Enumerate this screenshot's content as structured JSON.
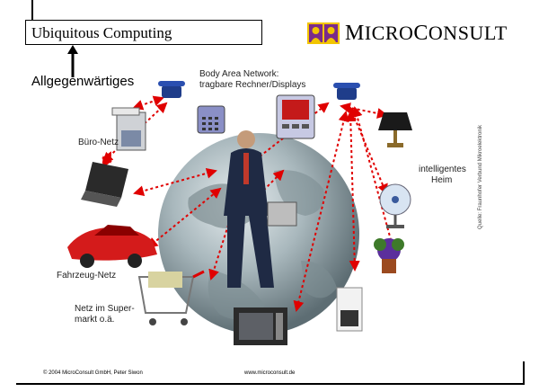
{
  "header": {
    "title": "Ubiquitous Computing",
    "logo": {
      "micro": "ICRO",
      "consult": "ONSULT",
      "m": "M",
      "c": "C"
    }
  },
  "callout": {
    "label": "Allgegenwärtiges"
  },
  "figure": {
    "labels": {
      "body_area_network_line1": "Body Area Network:",
      "body_area_network_line2": "tragbare Rechner/Displays",
      "buero_netz": "Büro-Netz",
      "intelligentes": "intelligentes",
      "heim": "Heim",
      "fahrzeug_netz": "Fahrzeug-Netz",
      "supermarkt_line1": "Netz im Super-",
      "supermarkt_line2": "markt o.ä."
    },
    "source": "Quelle: Fraunhofer Verbund Mikroelektronik"
  },
  "footer": {
    "copyright": "© 2004 MicroConsult GmbH, Peter Siwon",
    "url": "www.microconsult.de"
  }
}
